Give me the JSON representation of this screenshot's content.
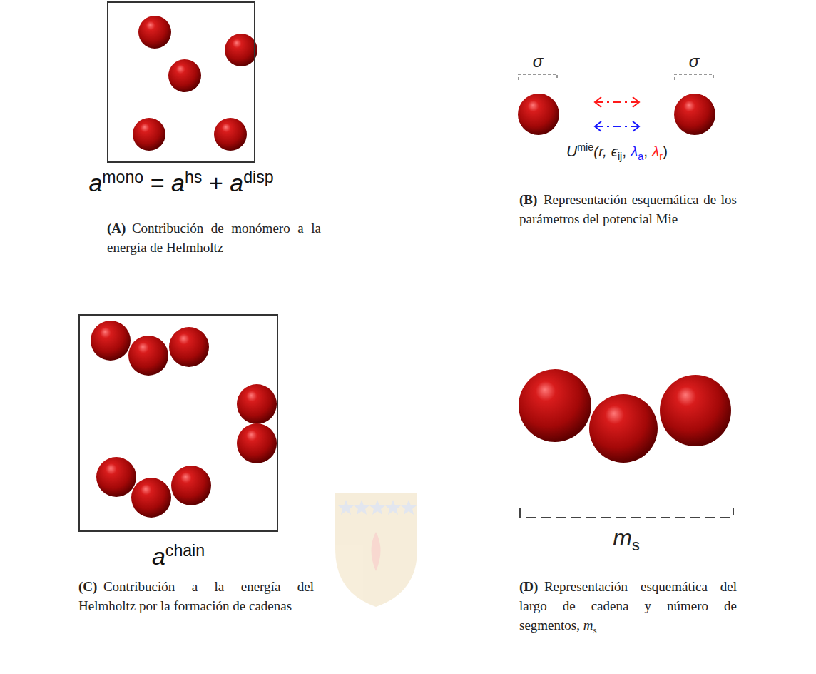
{
  "diagram": {
    "nodes": [
      {
        "text": [
          "a",
          "mono",
          "=",
          "a",
          "hs",
          "+",
          "a",
          "disp"
        ]
      },
      {
        "text": [
          "a",
          "chain"
        ]
      }
    ],
    "labels": [
      "σ",
      "σ",
      "U",
      "mie",
      "(r, ϵ",
      "ij",
      ", ",
      "λ",
      "a",
      ", ",
      "λ",
      "r",
      ")",
      "(A)",
      "Contribución de monómero a la energía de Helmholtz",
      "(B)",
      "Representación esquemática de los parámetros del potencial Mie",
      "(C)",
      "Contribución a la energía del Helmholtz por la formación de cadenas",
      "(D)",
      "Representación esquemática del largo de cadena y número de segmentos,",
      "m",
      "s",
      "m",
      "s"
    ]
  }
}
